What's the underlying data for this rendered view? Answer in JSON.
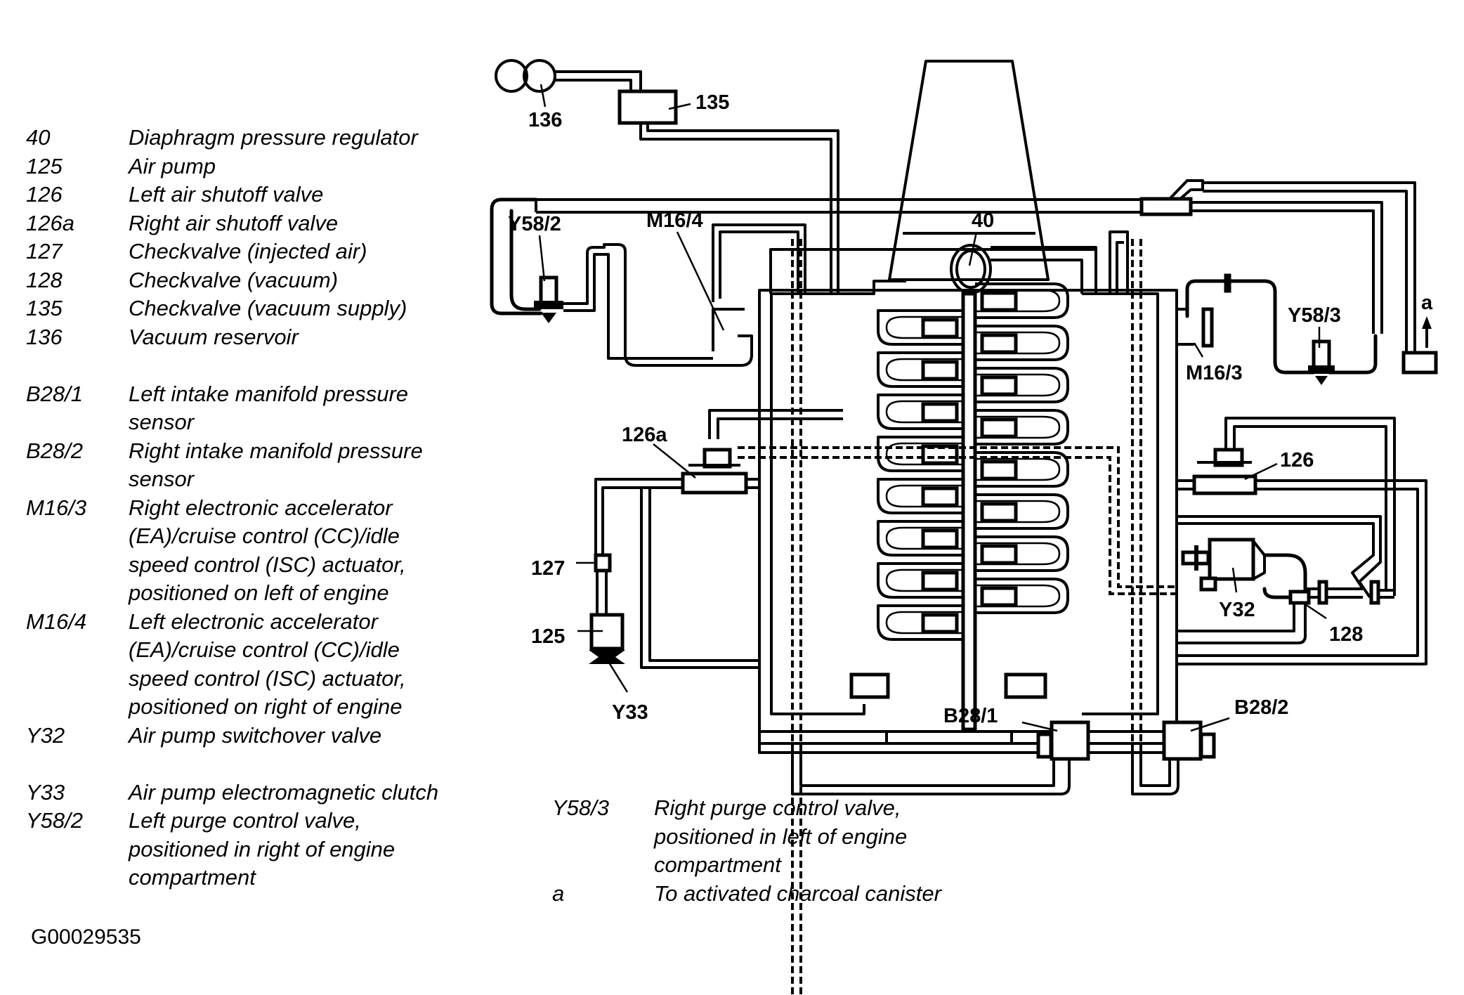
{
  "document": {
    "figure_code": "G00029535",
    "legend_left": [
      {
        "key": "40",
        "lines": [
          "Diaphragm pressure regulator"
        ]
      },
      {
        "key": "125",
        "lines": [
          "Air pump"
        ]
      },
      {
        "key": "126",
        "lines": [
          "Left air shutoff valve"
        ]
      },
      {
        "key": "126a",
        "lines": [
          "Right air shutoff valve"
        ]
      },
      {
        "key": "127",
        "lines": [
          "Checkvalve (injected air)"
        ]
      },
      {
        "key": "128",
        "lines": [
          "Checkvalve (vacuum)"
        ]
      },
      {
        "key": "135",
        "lines": [
          "Checkvalve (vacuum supply)"
        ]
      },
      {
        "key": "136",
        "lines": [
          "Vacuum reservoir"
        ]
      },
      {
        "key": "B28/1",
        "lines": [
          "Left intake manifold pressure",
          "sensor"
        ]
      },
      {
        "key": "B28/2",
        "lines": [
          "Right intake manifold pressure",
          "sensor"
        ]
      },
      {
        "key": "M16/3",
        "lines": [
          "Right electronic accelerator",
          "(EA)/cruise control (CC)/idle",
          "speed control (ISC) actuator,",
          "positioned on left of engine"
        ]
      },
      {
        "key": "M16/4",
        "lines": [
          "Left electronic accelerator",
          "(EA)/cruise control (CC)/idle",
          "speed control (ISC) actuator,",
          "positioned on right of engine"
        ]
      },
      {
        "key": "Y32",
        "lines": [
          "Air pump switchover valve"
        ]
      },
      {
        "key": "Y33",
        "lines": [
          "Air pump electromagnetic clutch"
        ]
      },
      {
        "key": "Y58/2",
        "lines": [
          "Left purge control valve,",
          "positioned in right of engine",
          "compartment"
        ]
      }
    ],
    "legend_right": [
      {
        "key": "Y58/3",
        "lines": [
          "Right purge control valve,",
          "positioned in left of engine",
          "compartment"
        ]
      },
      {
        "key": "a",
        "lines": [
          "To activated charcoal canister"
        ]
      }
    ]
  },
  "diagram_labels": {
    "l136": "136",
    "l135": "135",
    "l40": "40",
    "ly58_2": "Y58/2",
    "lm16_4": "M16/4",
    "ly58_3": "Y58/3",
    "lm16_3": "M16/3",
    "la": "a",
    "l126a": "126a",
    "l126": "126",
    "l127": "127",
    "l125": "125",
    "ly33": "Y33",
    "ly32": "Y32",
    "l128": "128",
    "lb28_1": "B28/1",
    "lb28_2": "B28/2"
  }
}
